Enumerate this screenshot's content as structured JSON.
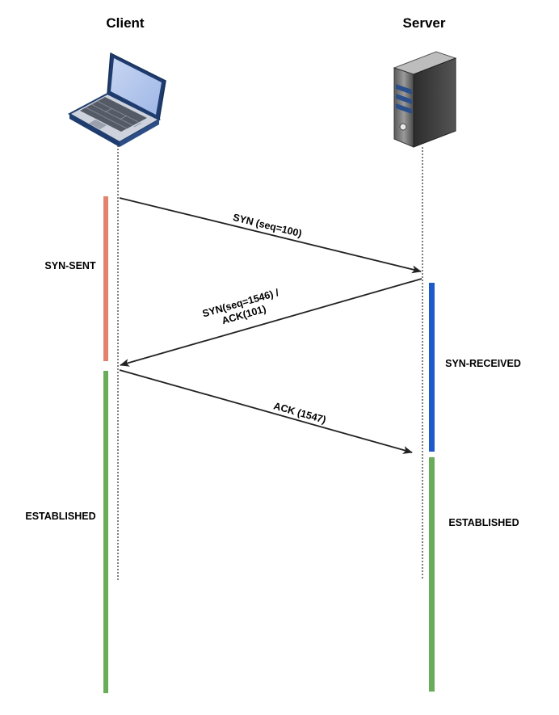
{
  "participants": {
    "client": {
      "label": "Client",
      "icon": "laptop-icon"
    },
    "server": {
      "label": "Server",
      "icon": "server-icon"
    }
  },
  "messages": [
    {
      "label": "SYN (seq=100)",
      "from": "client",
      "to": "server"
    },
    {
      "label_line1": "SYN(seq=1546) /",
      "label_line2": "ACK(101)",
      "from": "server",
      "to": "client"
    },
    {
      "label": "ACK (1547)",
      "from": "client",
      "to": "server"
    }
  ],
  "states": {
    "client_syn_sent": {
      "label": "SYN-SENT",
      "color": "#E3826F"
    },
    "client_established": {
      "label": "ESTABLISHED",
      "color": "#6AAD58"
    },
    "server_syn_received": {
      "label": "SYN-RECEIVED",
      "color": "#1E59CC"
    },
    "server_established": {
      "label": "ESTABLISHED",
      "color": "#6AAD58"
    }
  }
}
